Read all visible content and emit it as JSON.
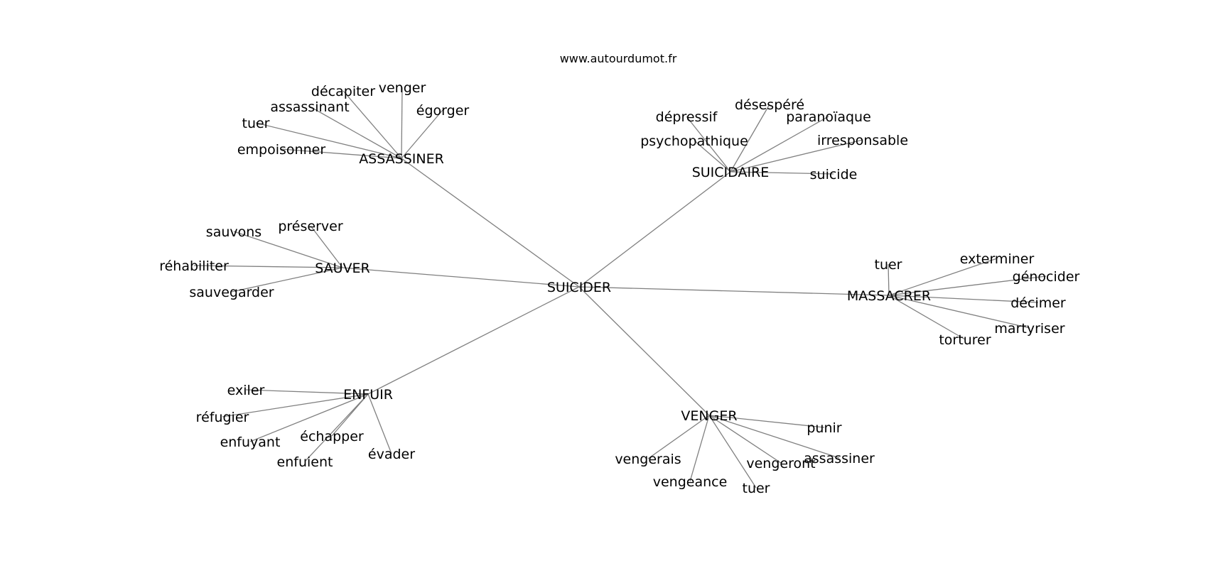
{
  "header": {
    "site": "www.autourdumot.fr"
  },
  "graph": {
    "center": "SUICIDER",
    "clusters": [
      {
        "word": "ASSASSINER",
        "related": [
          "décapiter",
          "venger",
          "assassinant",
          "égorger",
          "tuer",
          "empoisonner"
        ]
      },
      {
        "word": "SUICIDAIRE",
        "related": [
          "désespéré",
          "dépressif",
          "paranoïaque",
          "psychopathique",
          "irresponsable",
          "suicide"
        ]
      },
      {
        "word": "SAUVER",
        "related": [
          "préserver",
          "sauvons",
          "réhabiliter",
          "sauvegarder"
        ]
      },
      {
        "word": "MASSACRER",
        "related": [
          "tuer",
          "exterminer",
          "génocider",
          "décimer",
          "martyriser",
          "torturer"
        ]
      },
      {
        "word": "ENFUIR",
        "related": [
          "exiler",
          "réfugier",
          "enfuyant",
          "échapper",
          "enfuient",
          "évader"
        ]
      },
      {
        "word": "VENGER",
        "related": [
          "punir",
          "vengerais",
          "assassiner",
          "vengeront",
          "vengeance",
          "tuer"
        ]
      }
    ]
  }
}
